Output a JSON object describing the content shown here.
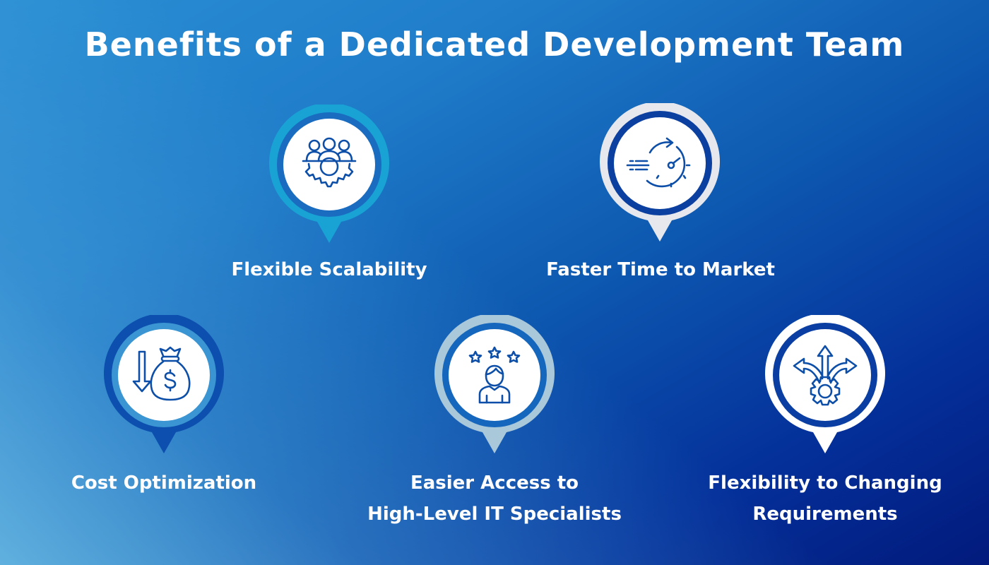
{
  "title": "Benefits of a Dedicated Development Team",
  "colors": {
    "background_light": "#6bbde2",
    "background_mid": "#1f7cc9",
    "background_dark": "#021a7c",
    "icon_stroke": "#0d4fa8",
    "text": "#ffffff"
  },
  "benefits": [
    {
      "label": "Flexible Scalability",
      "icon": "team-gear-icon",
      "ring_color": "#19a3d4",
      "band_color": "#1a6cc0"
    },
    {
      "label": "Faster Time to Market",
      "icon": "speed-clock-icon",
      "ring_color": "#e6e8ee",
      "band_color": "#0b3fa0"
    },
    {
      "label": "Cost Optimization",
      "icon": "money-bag-down-icon",
      "ring_color": "#0c4fae",
      "band_color": "#3a95d2"
    },
    {
      "label_line1": "Easier Access to",
      "label_line2": "High-Level IT Specialists",
      "icon": "expert-stars-icon",
      "ring_color": "#a9c8da",
      "band_color": "#1566bd"
    },
    {
      "label_line1": "Flexibility to Changing",
      "label_line2": "Requirements",
      "icon": "gear-arrows-icon",
      "ring_color": "#ffffff",
      "band_color": "#0a3ea2"
    }
  ]
}
